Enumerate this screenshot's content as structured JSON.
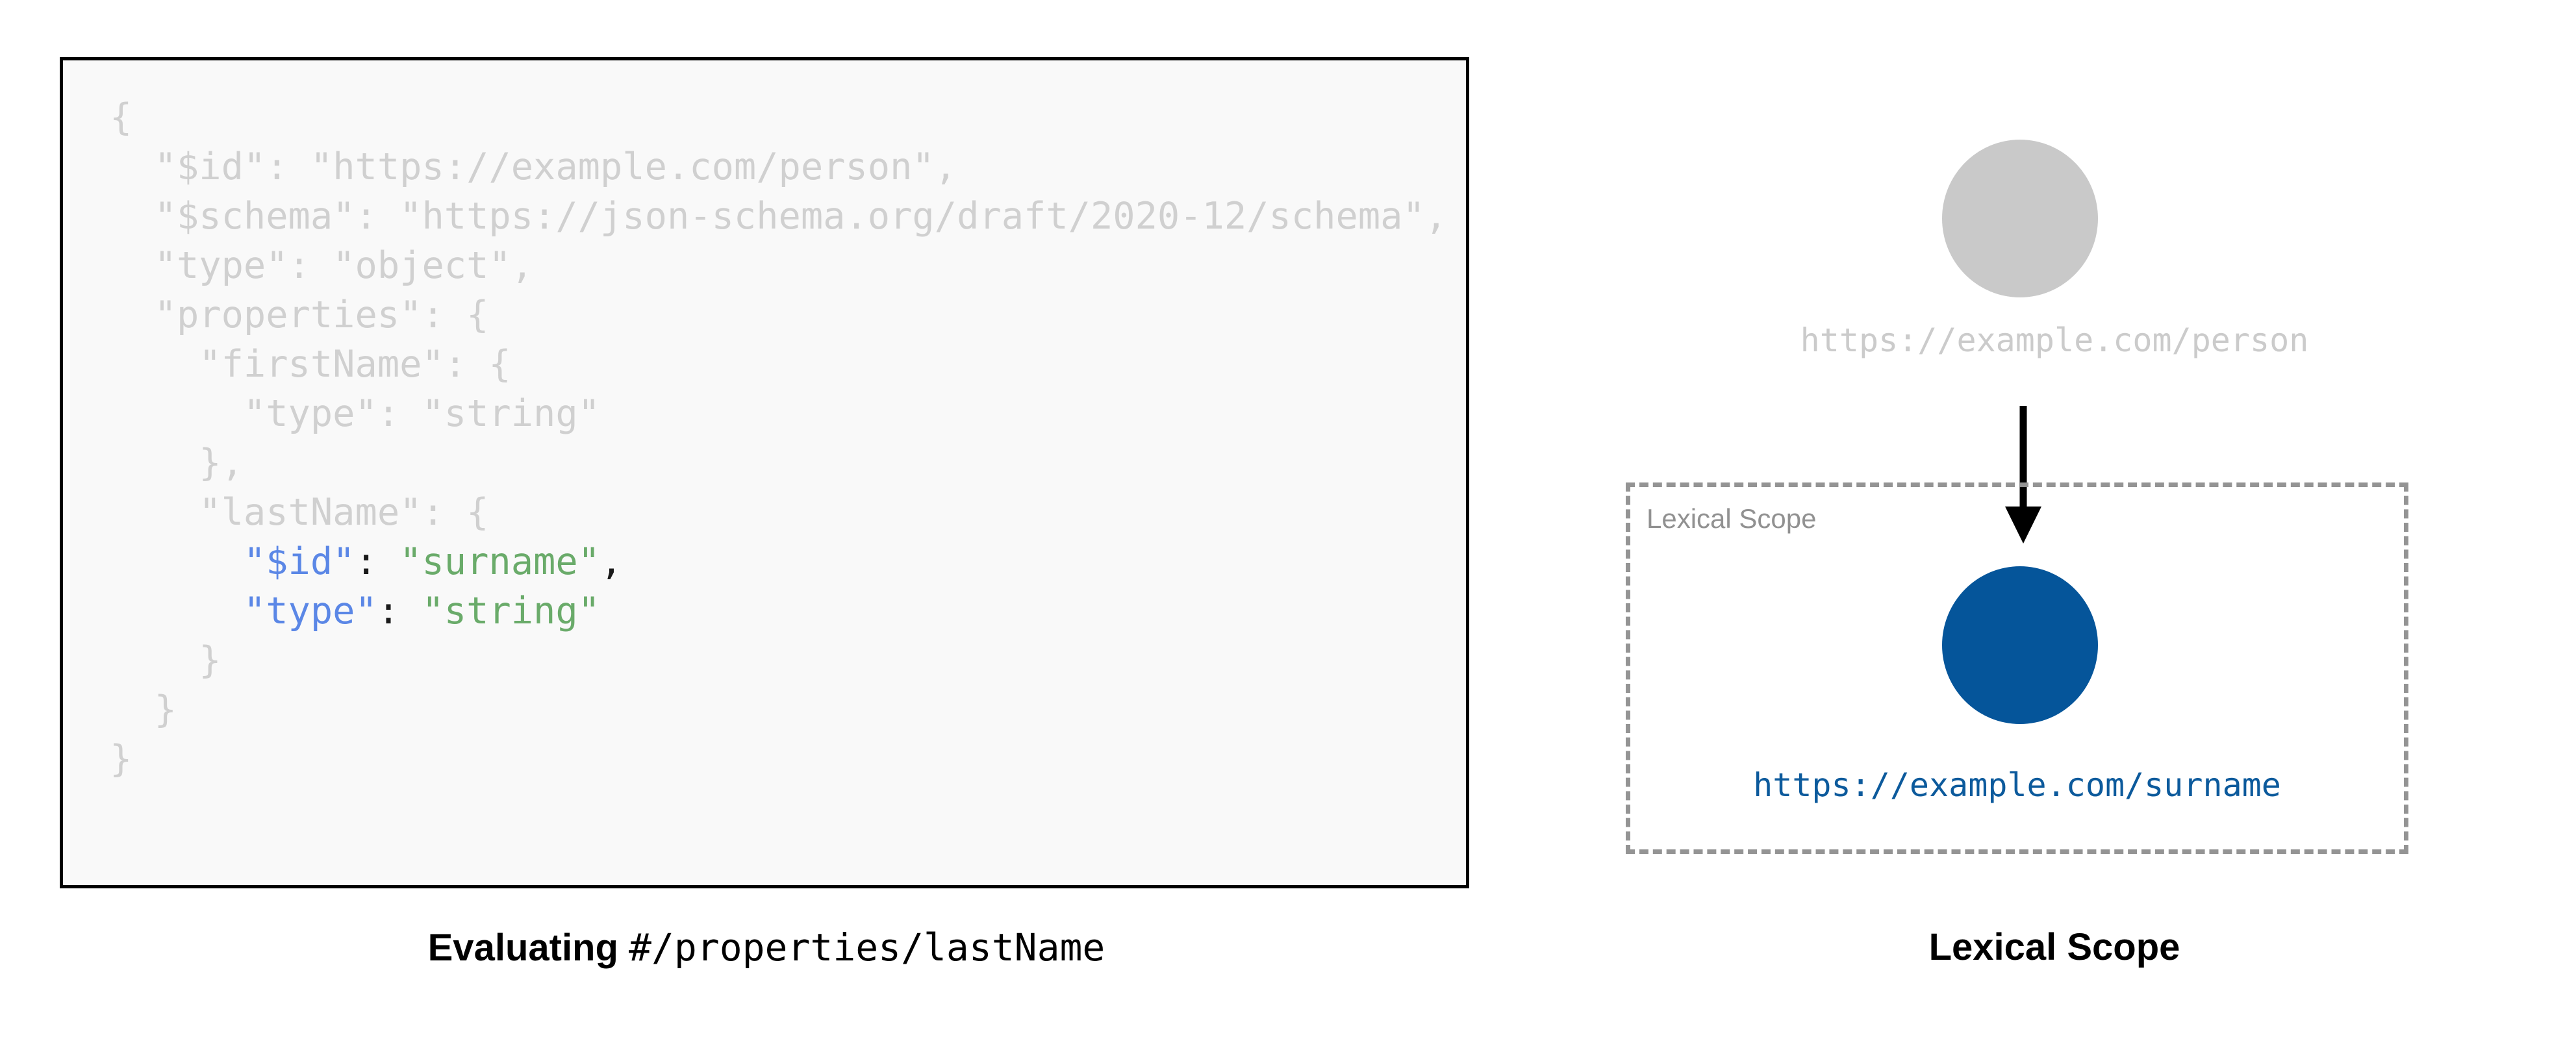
{
  "code_panel": {
    "language": "json",
    "background_color": "#f9f9f9",
    "border_color": "#000000",
    "dim_color": "#d0d0d0",
    "key_color": "#5b87e6",
    "string_color": "#6aab6a",
    "lines": [
      {
        "indent": 0,
        "dimmed": true,
        "segments": [
          {
            "type": "punct",
            "text": "{"
          }
        ]
      },
      {
        "indent": 1,
        "dimmed": true,
        "segments": [
          {
            "type": "key",
            "text": "\"$id\""
          },
          {
            "type": "punct",
            "text": ": "
          },
          {
            "type": "str",
            "text": "\"https://example.com/person\""
          },
          {
            "type": "punct",
            "text": ","
          }
        ]
      },
      {
        "indent": 1,
        "dimmed": true,
        "segments": [
          {
            "type": "key",
            "text": "\"$schema\""
          },
          {
            "type": "punct",
            "text": ": "
          },
          {
            "type": "str",
            "text": "\"https://json-schema.org/draft/2020-12/schema\""
          },
          {
            "type": "punct",
            "text": ","
          }
        ]
      },
      {
        "indent": 1,
        "dimmed": true,
        "segments": [
          {
            "type": "key",
            "text": "\"type\""
          },
          {
            "type": "punct",
            "text": ": "
          },
          {
            "type": "str",
            "text": "\"object\""
          },
          {
            "type": "punct",
            "text": ","
          }
        ]
      },
      {
        "indent": 1,
        "dimmed": true,
        "segments": [
          {
            "type": "key",
            "text": "\"properties\""
          },
          {
            "type": "punct",
            "text": ": {"
          }
        ]
      },
      {
        "indent": 2,
        "dimmed": true,
        "segments": [
          {
            "type": "key",
            "text": "\"firstName\""
          },
          {
            "type": "punct",
            "text": ": {"
          }
        ]
      },
      {
        "indent": 3,
        "dimmed": true,
        "segments": [
          {
            "type": "key",
            "text": "\"type\""
          },
          {
            "type": "punct",
            "text": ": "
          },
          {
            "type": "str",
            "text": "\"string\""
          }
        ]
      },
      {
        "indent": 2,
        "dimmed": true,
        "segments": [
          {
            "type": "punct",
            "text": "},"
          }
        ]
      },
      {
        "indent": 2,
        "dimmed": true,
        "segments": [
          {
            "type": "key",
            "text": "\"lastName\""
          },
          {
            "type": "punct",
            "text": ": {"
          }
        ]
      },
      {
        "indent": 3,
        "dimmed": false,
        "segments": [
          {
            "type": "key",
            "text": "\"$id\""
          },
          {
            "type": "punct",
            "text": ": "
          },
          {
            "type": "str",
            "text": "\"surname\""
          },
          {
            "type": "punct",
            "text": ","
          }
        ]
      },
      {
        "indent": 3,
        "dimmed": false,
        "segments": [
          {
            "type": "key",
            "text": "\"type\""
          },
          {
            "type": "punct",
            "text": ": "
          },
          {
            "type": "str",
            "text": "\"string\""
          }
        ]
      },
      {
        "indent": 2,
        "dimmed": true,
        "segments": [
          {
            "type": "punct",
            "text": "}"
          }
        ]
      },
      {
        "indent": 1,
        "dimmed": true,
        "segments": [
          {
            "type": "punct",
            "text": "}"
          }
        ]
      },
      {
        "indent": 0,
        "dimmed": true,
        "segments": [
          {
            "type": "punct",
            "text": "}"
          }
        ]
      }
    ]
  },
  "caption_left": {
    "bold_text": "Evaluating",
    "mono_text": "#/properties/lastName"
  },
  "scope_panel": {
    "outer_node": {
      "label": "https://example.com/person",
      "fill": "#c9c9c9",
      "label_color": "#cbcbcb"
    },
    "arrow": {
      "name": "downward-arrow",
      "color": "#000000"
    },
    "scope_box": {
      "title": "Lexical Scope",
      "border_color": "#949494",
      "border_style": "dashed"
    },
    "inner_node": {
      "label": "https://example.com/surname",
      "fill": "#05559a",
      "label_color": "#0c5a9c"
    }
  },
  "caption_right": {
    "text": "Lexical Scope"
  }
}
